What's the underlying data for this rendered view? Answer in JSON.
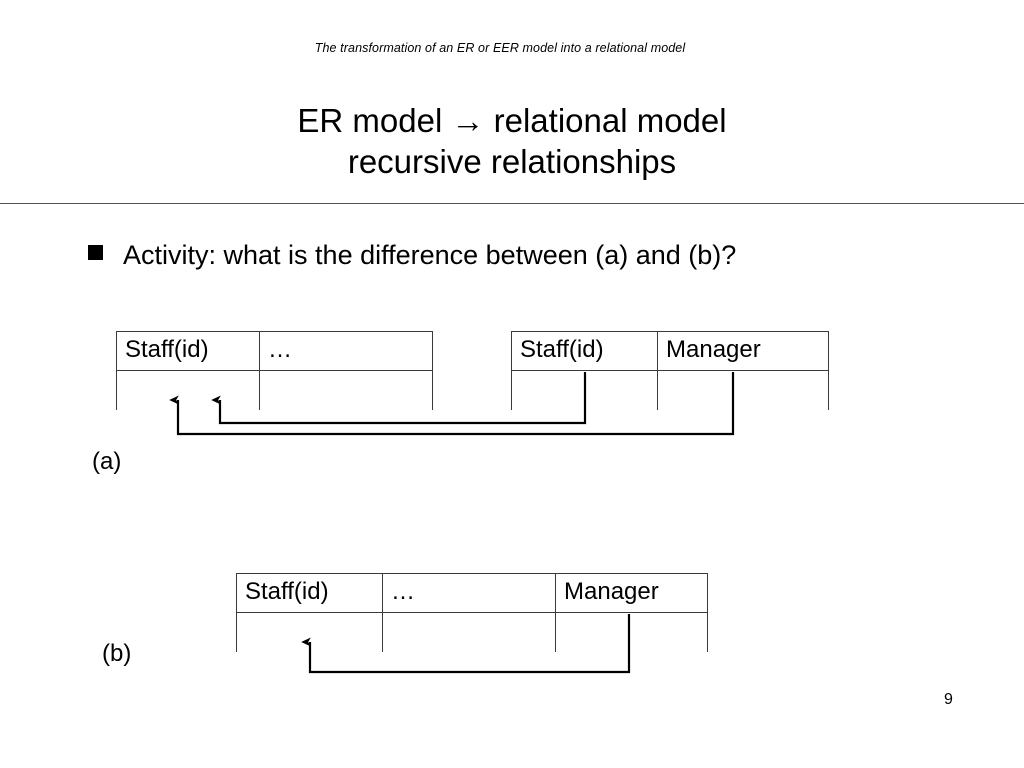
{
  "slide": {
    "running_header": "The transformation of an ER or EER model into a relational model",
    "title_line1": "ER model → relational model",
    "title_line2": "recursive relationships",
    "page_number": "9"
  },
  "bullet": {
    "marker": "filled-square-bullet",
    "text": "Activity: what is the difference between (a) and (b)?"
  },
  "figures": [
    {
      "id": "a",
      "label": "(a)",
      "tables": [
        {
          "name": "table-a-left",
          "headers": [
            "Staff(id)",
            "…"
          ],
          "row": [
            "",
            ""
          ]
        },
        {
          "name": "table-a-right",
          "headers": [
            "Staff(id)",
            "Manager"
          ],
          "row": [
            "",
            ""
          ]
        }
      ],
      "connectors": [
        {
          "name": "fk-staffid-to-staffid",
          "from": "table-a-right.Staff(id)",
          "to": "table-a-left.Staff(id)",
          "arrow": "up"
        },
        {
          "name": "fk-manager-to-staffid",
          "from": "table-a-right.Manager",
          "to": "table-a-left.Staff(id)",
          "arrow": "up"
        }
      ]
    },
    {
      "id": "b",
      "label": "(b)",
      "tables": [
        {
          "name": "table-b",
          "headers": [
            "Staff(id)",
            "…",
            "Manager"
          ],
          "row": [
            "",
            "",
            ""
          ]
        }
      ],
      "connectors": [
        {
          "name": "fk-manager-to-staffid",
          "from": "table-b.Manager",
          "to": "table-b.Staff(id)",
          "arrow": "up"
        }
      ]
    }
  ],
  "colors": {
    "ink": "#000000",
    "rule": "#555555",
    "table_border": "#3a3a3a",
    "background": "#ffffff"
  }
}
